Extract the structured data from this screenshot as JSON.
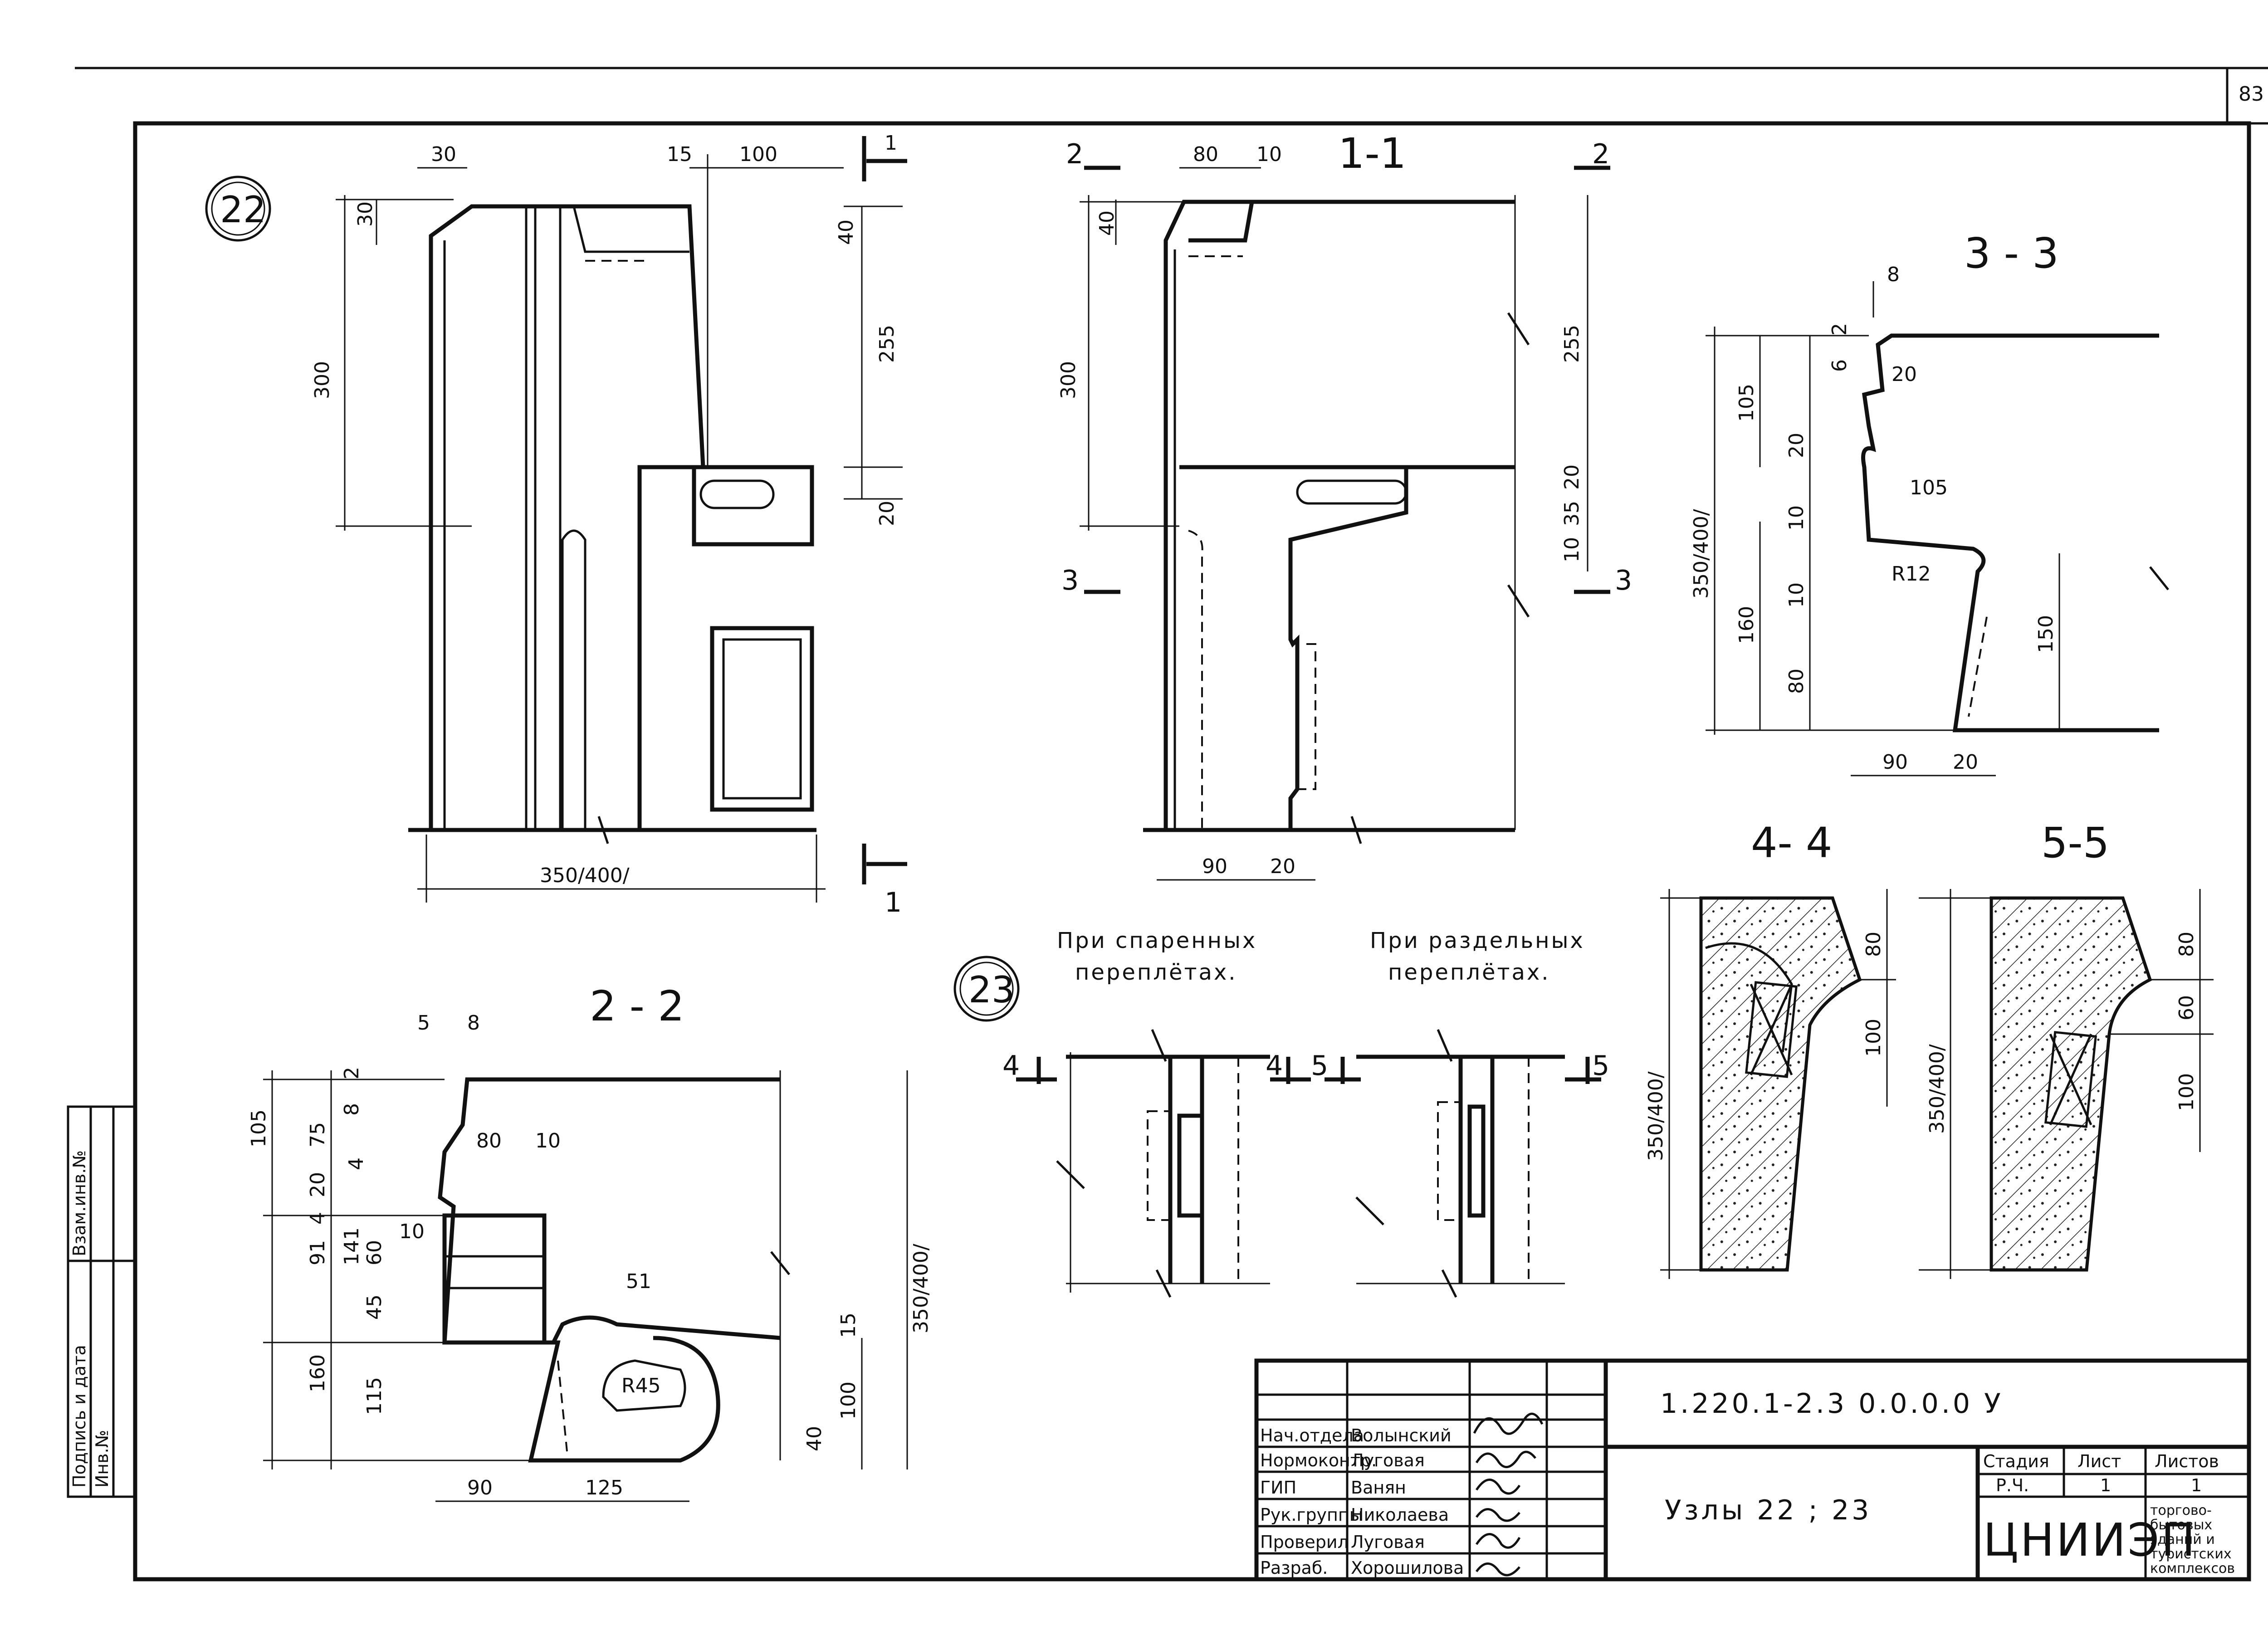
{
  "page_number": "83",
  "nodes": {
    "node22": "22",
    "node23": "23"
  },
  "sections": {
    "s11": "1-1",
    "s22": "2 - 2",
    "s33": "3 - 3",
    "s44": "4- 4",
    "s55": "5-5"
  },
  "cut_marks": {
    "one": "1",
    "two": "2",
    "three": "3",
    "four": "4",
    "five": "5"
  },
  "dims_22": [
    "30",
    "15",
    "100",
    "30",
    "40",
    "300",
    "255",
    "20",
    "350/400/"
  ],
  "dims_11": [
    "80",
    "10",
    "40",
    "300",
    "255",
    "20",
    "35",
    "10",
    "90",
    "20"
  ],
  "dims_33": [
    "8",
    "2",
    "6",
    "20",
    "105",
    "20",
    "105",
    "10",
    "R12",
    "350/400/",
    "10",
    "160",
    "150",
    "80",
    "90",
    "20"
  ],
  "dims_22sec": [
    "5",
    "8",
    "2",
    "8",
    "105",
    "75",
    "80",
    "10",
    "4",
    "20",
    "4",
    "91",
    "141",
    "60",
    "10",
    "51",
    "45",
    "160",
    "115",
    "R45",
    "15",
    "100",
    "40",
    "350/400/",
    "90",
    "125"
  ],
  "dims_44": [
    "80",
    "100",
    "350/400/"
  ],
  "dims_55": [
    "80",
    "60",
    "100",
    "350/400/"
  ],
  "notes": {
    "paired": [
      "При спаренных",
      "переплётах."
    ],
    "separate": [
      "При раздельных",
      "переплётах."
    ]
  },
  "side_stamp": {
    "col1": "Взам.инв.№",
    "col2": "Подпись и дата",
    "col3": "Инв.№"
  },
  "title_block": {
    "code": "1.220.1-2.3 0.0.0.0 У",
    "drawing_title": "Узлы 22 ; 23",
    "org": "ЦНИИЭП",
    "stage_header": "Стадия",
    "sheet_header": "Лист",
    "sheets_header": "Листов",
    "stage": "Р.Ч.",
    "sheet": "1",
    "sheets": "1",
    "org_note": [
      "торгово-",
      "бытовых",
      "зданий и",
      "туристских",
      "комплексов"
    ],
    "roles": [
      {
        "role": "Нач.отдела",
        "name": "Волынский"
      },
      {
        "role": "Нормоконтр.",
        "name": "Луговая"
      },
      {
        "role": "ГИП",
        "name": "Ванян"
      },
      {
        "role": "Рук.группы",
        "name": "Николаева"
      },
      {
        "role": "Проверил",
        "name": "Луговая"
      },
      {
        "role": "Разраб.",
        "name": "Хорошилова"
      }
    ]
  }
}
